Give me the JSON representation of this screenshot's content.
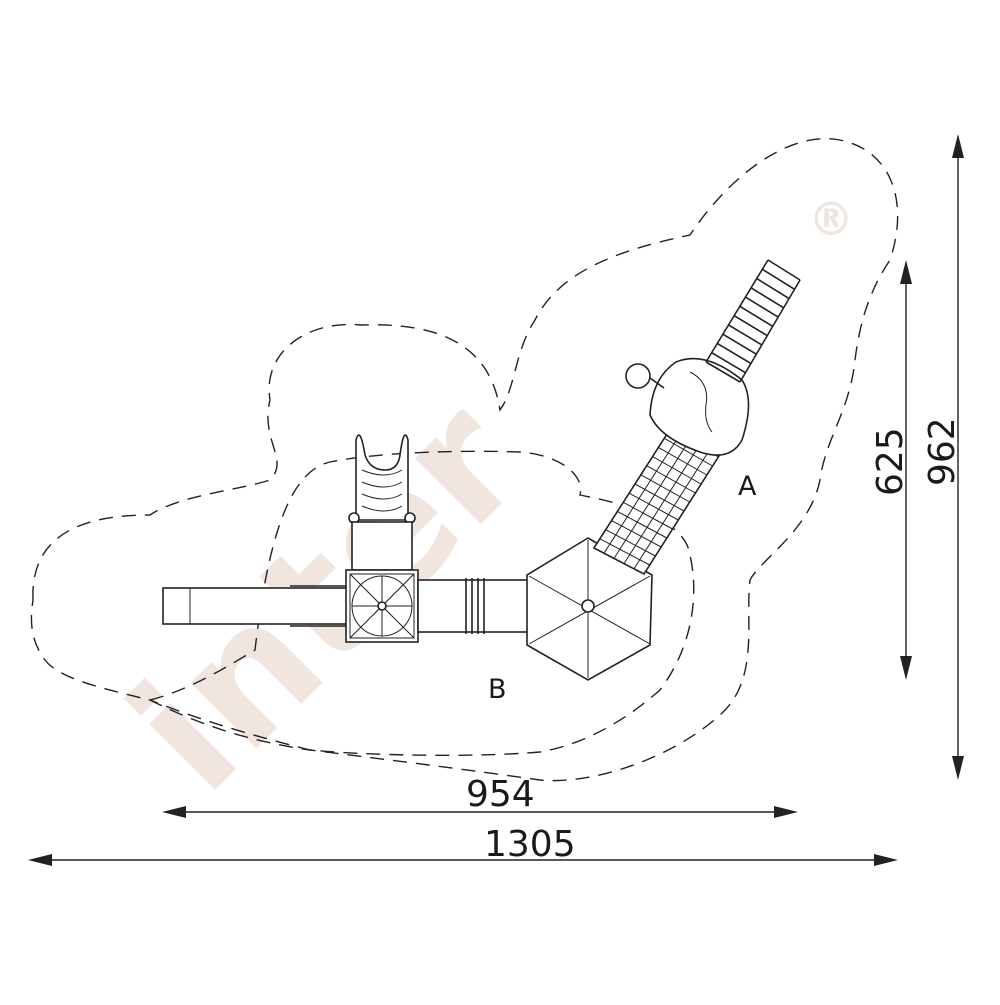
{
  "watermark": {
    "brand": "inter",
    "registered_mark": "®"
  },
  "zones": {
    "a_label": "A",
    "b_label": "B"
  },
  "dimensions": {
    "width_inner": "954",
    "width_total": "1305",
    "height_inner": "625",
    "height_total": "962"
  },
  "colors": {
    "line": "#222222",
    "watermark": "#f1e6df",
    "background": "#ffffff"
  }
}
